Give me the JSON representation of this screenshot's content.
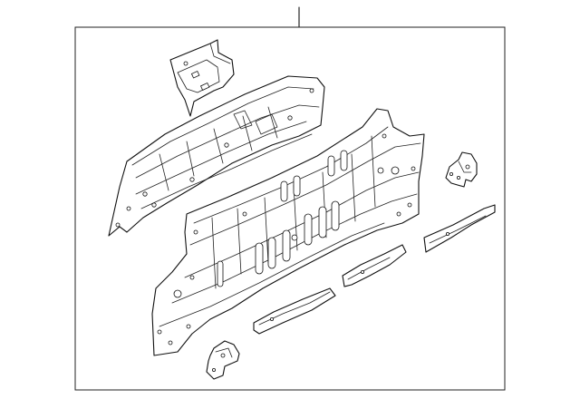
{
  "diagram": {
    "kind": "exploded-parts-illustration",
    "background": "#ffffff",
    "line_color": "#111111",
    "parts": [
      "upper-bracket",
      "upper-rear-panel",
      "main-floor-panel",
      "right-bracket",
      "right-crossmember",
      "center-crossmember",
      "front-crossmember",
      "lower-bracket"
    ]
  }
}
